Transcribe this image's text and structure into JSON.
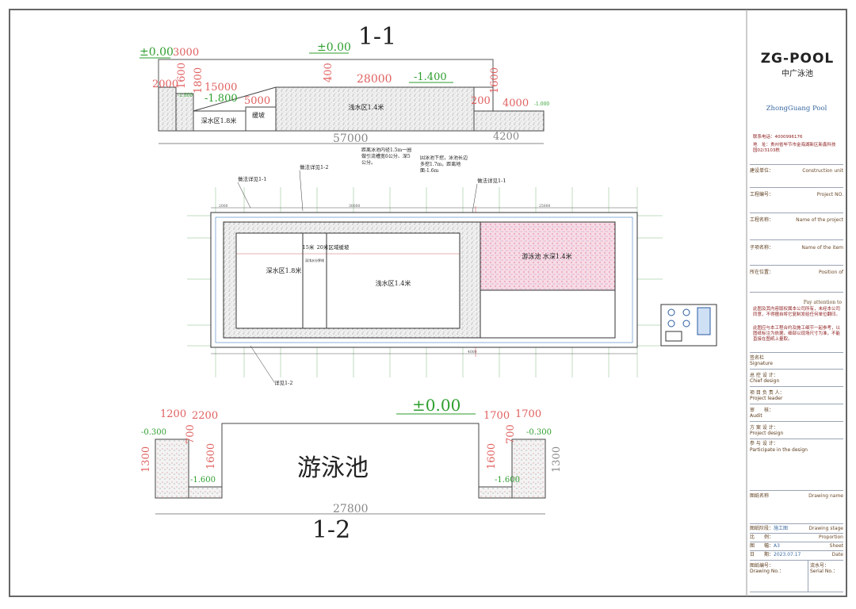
{
  "colors": {
    "frame": "#666666",
    "green_dim": "#2e9e2e",
    "red_dim": "#e06060",
    "black": "#222222",
    "grid_red": "#e04040",
    "grid_green": "#1a9a1a",
    "pink_fill": "#f2c6d4",
    "dotted_fill": "#e9e9e9"
  },
  "section_1_1": {
    "title": "1-1",
    "level_zero_left": "±0.00",
    "level_zero_top": "±0.00",
    "dim_3000": "3000",
    "dim_2000": "2000",
    "dim_1600_a": "1600",
    "dim_1800": "1800",
    "dim_15000": "15000",
    "dim_1800_level": "-1.800",
    "dim_400": "400",
    "dim_5000": "5000",
    "dim_28000": "28000",
    "level_1400": "-1.400",
    "dim_200": "200",
    "dim_1600_b": "1600",
    "dim_4000": "4000",
    "dim_4200": "4200",
    "dim_57000": "57000",
    "small_level_a": "-1.800",
    "small_level_b": "-1.000",
    "label_deep": "深水区1.8米",
    "label_slope": "缓坡",
    "label_shallow": "浅水区1.4米"
  },
  "plan": {
    "note_pipe": "距离泳池内径1.5m一圈做引流槽宽6公分、深5公分。",
    "note_excavate": "因泳池下挖，泳池长边多挖1.7m，距离地面-1.6m",
    "ref_1": "做法详见1-1",
    "ref_2": "做法详见1-2",
    "ref_3": "做法详见1-1",
    "ref_4": "详见1-2",
    "label_deep": "深水区1.8米",
    "label_15m": "15米",
    "label_20m": "20米区域缓坡",
    "label_shallow": "浅水区1.4米",
    "label_kids": "游泳池 水深1.4米",
    "label_split": "深浅水分界线",
    "dim_top_total": "30000",
    "dim_2000": "2000",
    "dim_25000": "25000",
    "dim_4000": "4000"
  },
  "section_1_2": {
    "title": "1-2",
    "level_zero": "±0.00",
    "dim_1200": "1200",
    "dim_2200": "2200",
    "dim_1700_a": "1700",
    "dim_1700_b": "1700",
    "level_left": "-0.300",
    "level_right": "-0.300",
    "dim_1300_l": "1300",
    "dim_1600_l": "1600",
    "dim_700_l": "700",
    "dim_1600_r": "1600",
    "dim_700_r": "700",
    "dim_1300_r": "1300",
    "level_floor_l": "-1.600",
    "level_floor_r": "-1.600",
    "label_pool": "游泳池",
    "dim_27800": "27800"
  },
  "title_block": {
    "logo_text": "ZG-POOL",
    "logo_cn": "中广泳池",
    "company_en": "ZhongGuang Pool",
    "phone_label": "联系电话：",
    "phone": "4000996176",
    "address_label": "地　址：",
    "address": "贵州省毕节市金海湖新区新鑫科技园02/3103栋",
    "construction_unit": "建设单位：",
    "construction_unit_en": "Construction unit",
    "project_no": "工程编号：",
    "project_no_en": "Project NO.",
    "project_name": "工程名称：",
    "project_name_en": "Name of the project",
    "item_name": "子项名称：",
    "item_name_en": "Name of the item",
    "position": "所在位置：",
    "position_en": "Position of",
    "attention_en": "Pay attention to",
    "attention_1": "此图及其内容版权属本公司所有，未经本公司同意，不得擅自将它复制发给任何单位翻印。",
    "attention_2": "此图应与本工程合约及施工细节一起参考，以图纸标注为依据，细部以现场尺寸为准，不能直接在图纸上量取。",
    "signature": "签名栏",
    "signature_en": "Signature",
    "chief_design": "总 控 设 计：",
    "chief_design_en": "Chief design",
    "project_leader": "项 目 负 责 人：",
    "project_leader_en": "Project leader",
    "audit": "审　　核：",
    "audit_en": "Audit",
    "scheme_design": "方 案 设 计：",
    "scheme_design_en": "Project design",
    "participate": "参 与 设 计：",
    "participate_en": "Participate in the design",
    "drawing_name": "图纸名称",
    "drawing_name_en": "Drawing name",
    "stage": "图纸阶段：",
    "stage_val": "施工图",
    "stage_en": "Drawing stage",
    "proportion": "比　　例：",
    "proportion_en": "Proportion",
    "sheet": "图　　幅：",
    "sheet_val": "A3",
    "sheet_en": "Sheet",
    "date": "日　　期：",
    "date_val": "2023.07.17",
    "date_en": "Date",
    "drawing_no": "图纸编号：",
    "drawing_no_en": "Drawing No.：",
    "serial_no": "流水号：",
    "serial_no_en": "Serial No.："
  }
}
